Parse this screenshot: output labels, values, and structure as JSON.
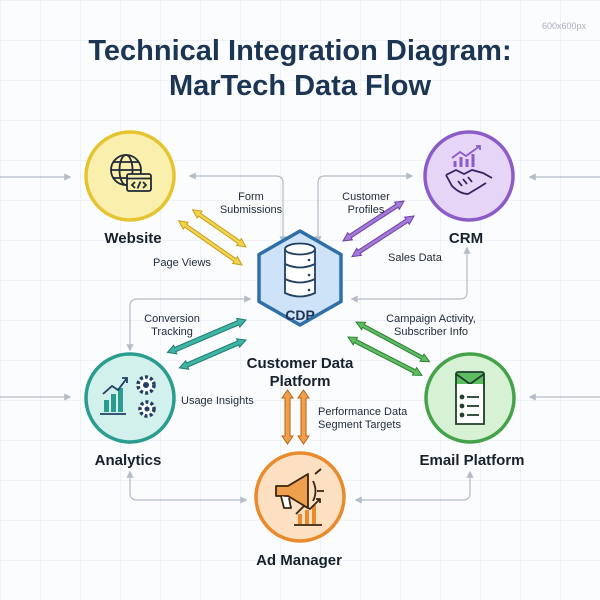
{
  "header": {
    "title_line1": "Technical Integration Diagram:",
    "title_line2": "MarTech Data Flow",
    "dimensions_label": "600x600px"
  },
  "colors": {
    "website": "#e6c431",
    "crm": "#8b5cc7",
    "cdp": "#2f6fa8",
    "analytics": "#2a9d8f",
    "email": "#46a24a",
    "ad_manager": "#e98a2c",
    "connector": "#b4bcc7"
  },
  "nodes": {
    "website": {
      "label": "Website",
      "icon": "globe-code-icon"
    },
    "crm": {
      "label": "CRM",
      "icon": "handshake-chart-icon"
    },
    "cdp": {
      "badge": "CDP",
      "label_line1": "Customer Data",
      "label_line2": "Platform",
      "icon": "database-icon"
    },
    "analytics": {
      "label": "Analytics",
      "icon": "bar-chart-gears-icon"
    },
    "email": {
      "label": "Email Platform",
      "icon": "envelope-list-icon"
    },
    "ad_manager": {
      "label": "Ad Manager",
      "icon": "megaphone-chart-icon"
    }
  },
  "flows": {
    "website_cdp_1": "Form",
    "website_cdp_2": "Submissions",
    "website_cdp_3": "Page Views",
    "crm_cdp_1": "Customer",
    "crm_cdp_2": "Profiles",
    "crm_cdp_3": "Sales Data",
    "analytics_cdp_1": "Conversion",
    "analytics_cdp_2": "Tracking",
    "analytics_cdp_3": "Usage Insights",
    "email_cdp_1": "Campaign Activity,",
    "email_cdp_2": "Subscriber Info",
    "ad_cdp_1": "Performance Data",
    "ad_cdp_2": "Segment Targets"
  }
}
